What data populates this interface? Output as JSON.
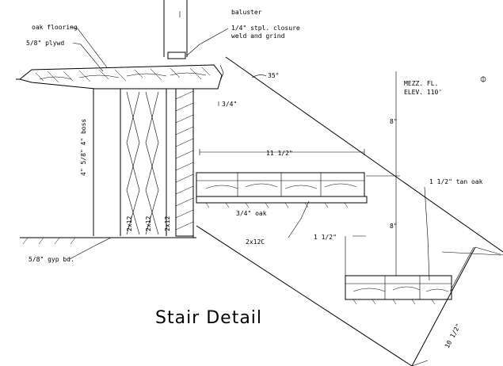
{
  "title": "Stair Detail",
  "labels": {
    "baluster": "baluster",
    "closure_line1": "1/4\" stpl. closure",
    "closure_line2": "weld and grind",
    "oak_flooring": "oak flooring",
    "plywood": "5/8\" plywd",
    "mezz_line1": "MEZZ. FL.",
    "mezz_line2": "ELEV. 110'",
    "joists": "4\" 5/8\" 4\" boss",
    "riser_top": "8\"",
    "riser_bottom": "8\"",
    "tread_depth": "11 1/2\"",
    "tread_right": "1 1/2\" tan oak",
    "angle": "35°",
    "small_dim": "3/4\"",
    "oak_tread": "3/4\" oak",
    "stringer": "2x12C",
    "nosing": "1 1/2\"",
    "ceiling": "5/8\" gyp bd.",
    "joist_1": "2x12",
    "joist_2": "2x12",
    "joist_3": "2x12",
    "stringer_dim": "10 1/2\""
  }
}
